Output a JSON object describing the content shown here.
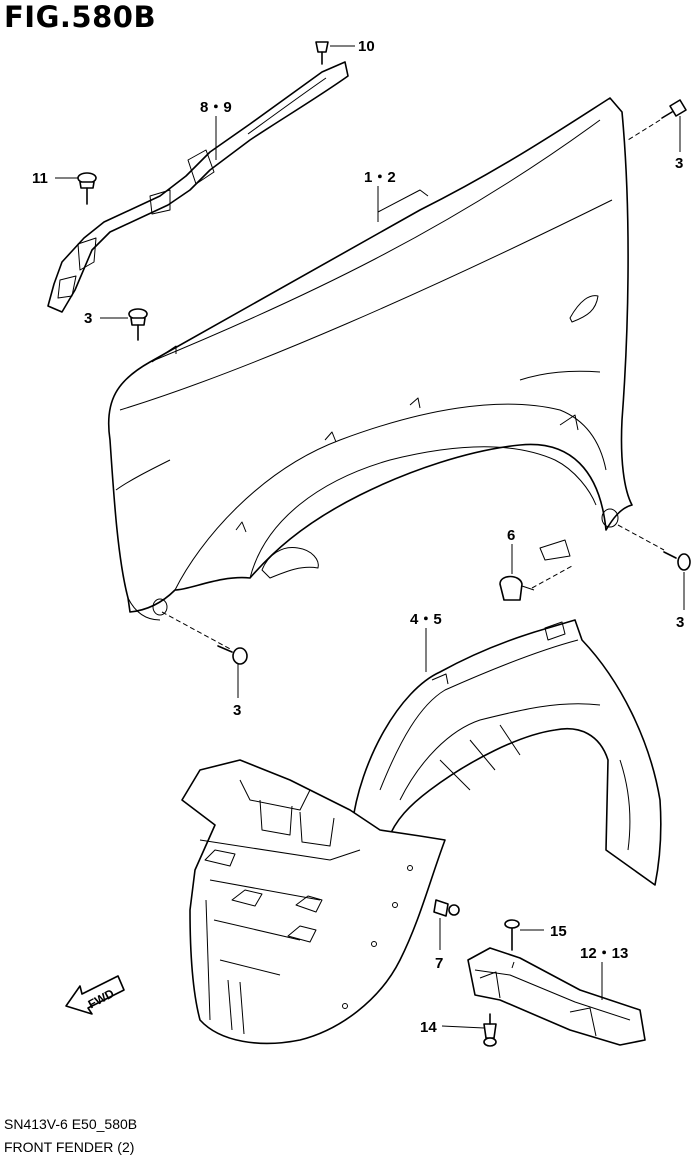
{
  "title": "FIG.580B",
  "footer": {
    "code": "SN413V-6 E50_580B",
    "name": "FRONT FENDER (2)"
  },
  "fwd_label": "FWD",
  "callouts": {
    "c10": "10",
    "c89": "8・9",
    "c11": "11",
    "c12": "1・2",
    "c3_top_right": "3",
    "c3_left": "3",
    "c6": "6",
    "c3_right": "3",
    "c3_bottom": "3",
    "c45": "4・5",
    "c7": "7",
    "c15": "15",
    "c1213": "12・13",
    "c14": "14"
  }
}
